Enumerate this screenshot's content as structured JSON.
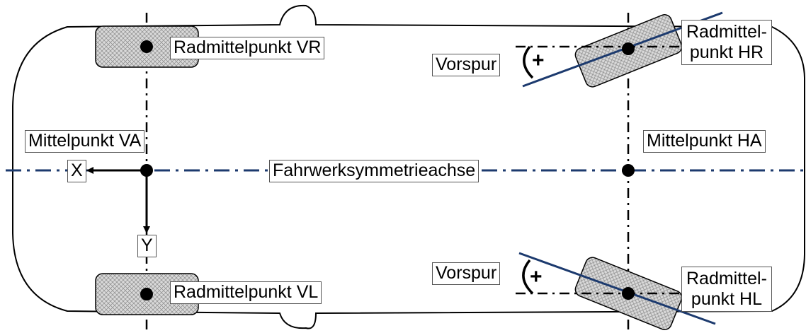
{
  "colors": {
    "symmetry_axis": "#1c3a6e",
    "toe_line": "#1c3a6e",
    "outline": "#000000",
    "wheel_fill": "#d9d9d9",
    "label_border": "#555555"
  },
  "labels": {
    "wheel_center_fr": "Radmittelpunkt VR",
    "wheel_center_fl": "Radmittelpunkt VL",
    "wheel_center_rr_line1": "Radmittel-",
    "wheel_center_rr_line2": "punkt HR",
    "wheel_center_rl_line1": "Radmittel-",
    "wheel_center_rl_line2": "punkt HL",
    "front_axle_center": "Mittelpunkt VA",
    "rear_axle_center": "Mittelpunkt HA",
    "symmetry_axis": "Fahrwerksymmetrieachse",
    "x_axis": "X",
    "y_axis": "Y",
    "toe_top": "Vorspur",
    "toe_bottom": "Vorspur",
    "toe_sign_top": "+",
    "toe_sign_bottom": "+"
  },
  "icons": {
    "wheel": "hatched-rectangle",
    "center_point": "filled-circle",
    "axis_arrow": "arrow"
  }
}
